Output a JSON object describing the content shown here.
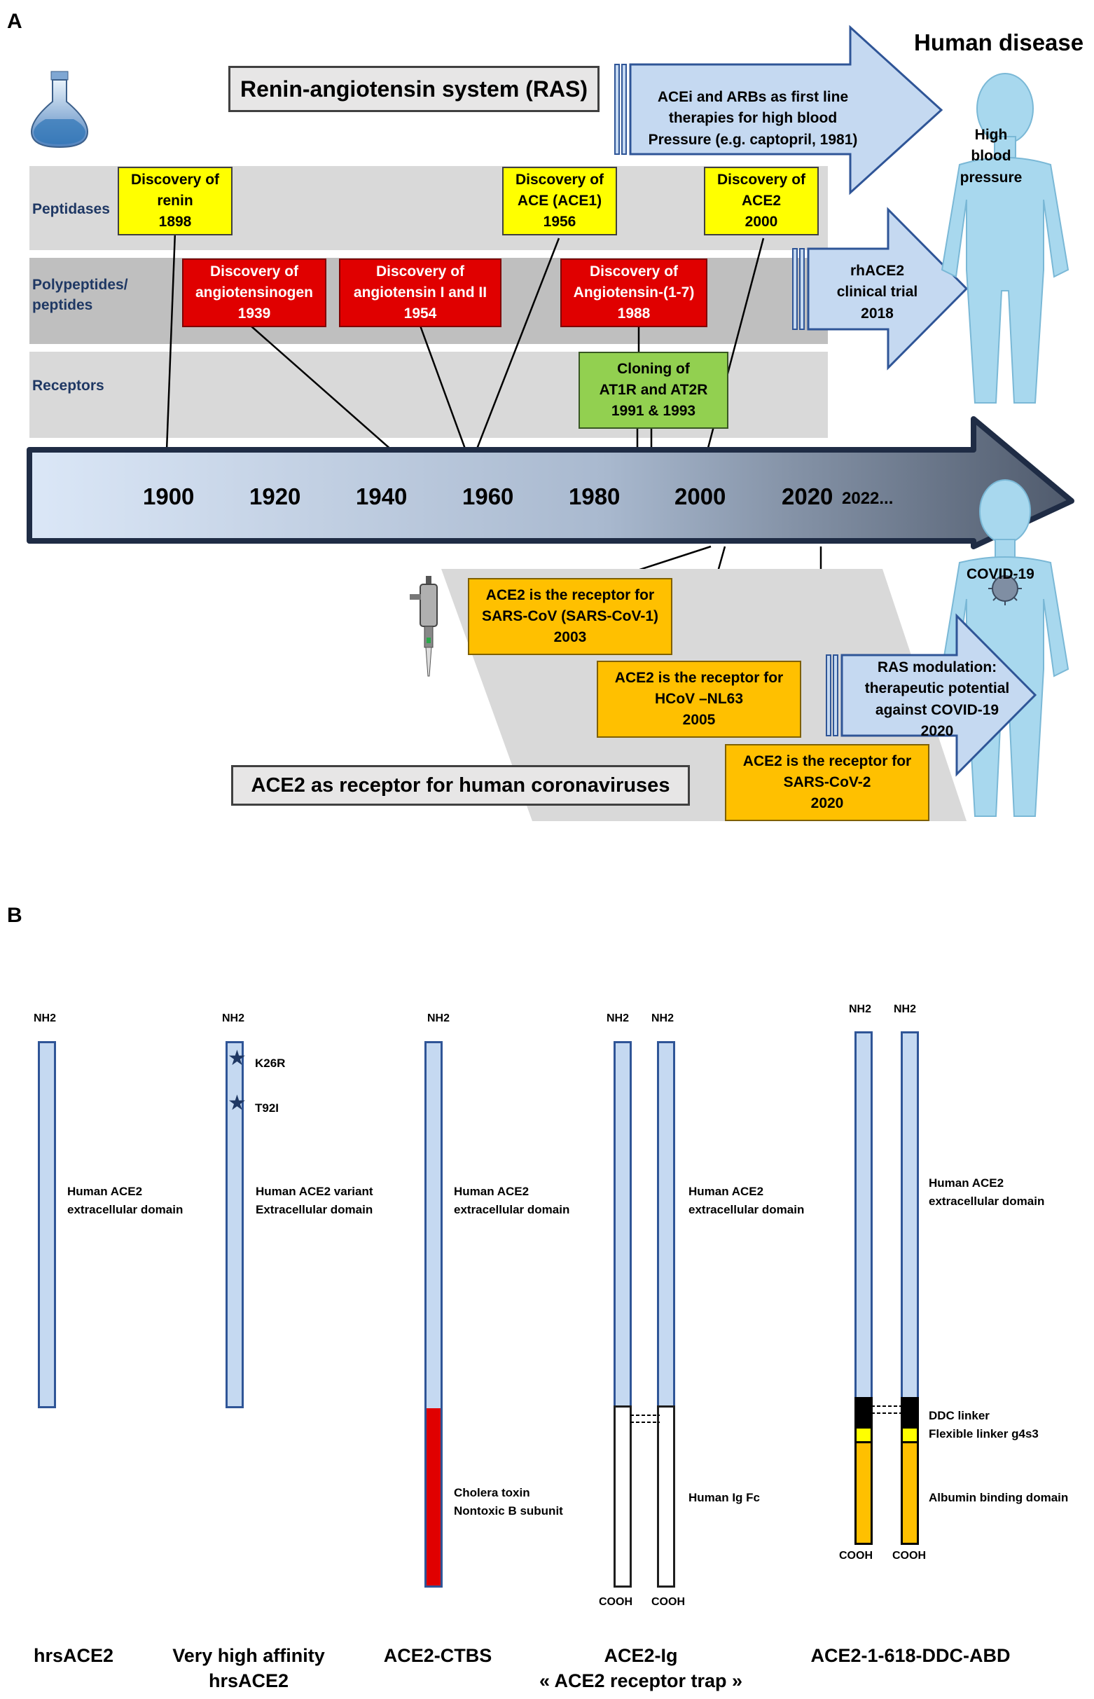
{
  "panel_a": {
    "letter": "A",
    "human_disease": "Human disease",
    "ras_title": "Renin-angiotensin system (RAS)",
    "ace2_receptor_title": "ACE2 as receptor for human coronaviruses",
    "band_labels": {
      "peptidases": "Peptidases",
      "polypeptides": "Polypeptides/\npeptides",
      "receptors": "Receptors"
    },
    "peptidase_boxes": [
      "Discovery of\nrenin\n1898",
      "Discovery of\nACE (ACE1)\n1956",
      "Discovery of\nACE2\n2000"
    ],
    "polypeptide_boxes": [
      "Discovery of\nangiotensinogen\n1939",
      "Discovery of\nangiotensin I and II\n1954",
      "Discovery of\nAngiotensin-(1-7)\n1988"
    ],
    "receptor_box": "Cloning of\nAT1R and AT2R\n1991 & 1993",
    "timeline_years": [
      "1900",
      "1920",
      "1940",
      "1960",
      "1980",
      "2000",
      "2020"
    ],
    "timeline_end": "2022...",
    "therapy_arrows": [
      "ACEi and ARBs as first line\ntherapies for high blood\nPressure (e.g. captopril, 1981)",
      "rhACE2\nclinical trial\n2018",
      "RAS  modulation:\ntherapeutic potential\nagainst COVID-19\n2020"
    ],
    "human_labels": [
      "High\nblood\npressure",
      "COVID-19"
    ],
    "coronavirus_boxes": [
      "ACE2 is the receptor for\nSARS-CoV (SARS-CoV-1)\n2003",
      "ACE2 is the receptor for\nHCoV –NL63\n2005",
      "ACE2 is the receptor for\nSARS-CoV-2\n2020"
    ],
    "colors": {
      "peptidase": "#ffff00",
      "polypeptide": "#e00000",
      "receptor": "#92d050",
      "coronavirus": "#ffc000",
      "timeline_light": "#dbe7f7",
      "timeline_dark": "#4f5a6c",
      "human": "#a8d8ee"
    }
  },
  "panel_b": {
    "letter": "B",
    "nh2": "NH2",
    "cooh": "COOH",
    "mutations": [
      "K26R",
      "T92I"
    ],
    "domain_labels": {
      "hrsace2": "Human ACE2\nextracellular domain",
      "variant": "Human ACE2 variant\nExtracellular domain",
      "ctbs_ace2": "Human ACE2\nextracellular domain",
      "ctbs_b": "Cholera toxin\nNontoxic B subunit",
      "ig_ace2": "Human ACE2\nextracellular domain",
      "ig_fc": "Human Ig Fc",
      "abd_ace2": "Human ACE2\nextracellular domain",
      "ddc": "DDC linker",
      "flex": "Flexible linker g4s3",
      "abd": "Albumin binding  domain"
    },
    "molecule_names": [
      "hrsACE2",
      "Very high affinity\nhrsACE2",
      "ACE2-CTBS",
      "ACE2-Ig\n« ACE2 receptor trap »",
      "ACE2-1-618-DDC-ABD"
    ],
    "colors": {
      "ace2": "#c5d9f1",
      "ace2_border": "#2f5597",
      "ctb": "#e00000",
      "fc": "#ffffff",
      "ddc": "#000000",
      "flex": "#ffff00",
      "abd": "#ffc000"
    }
  }
}
